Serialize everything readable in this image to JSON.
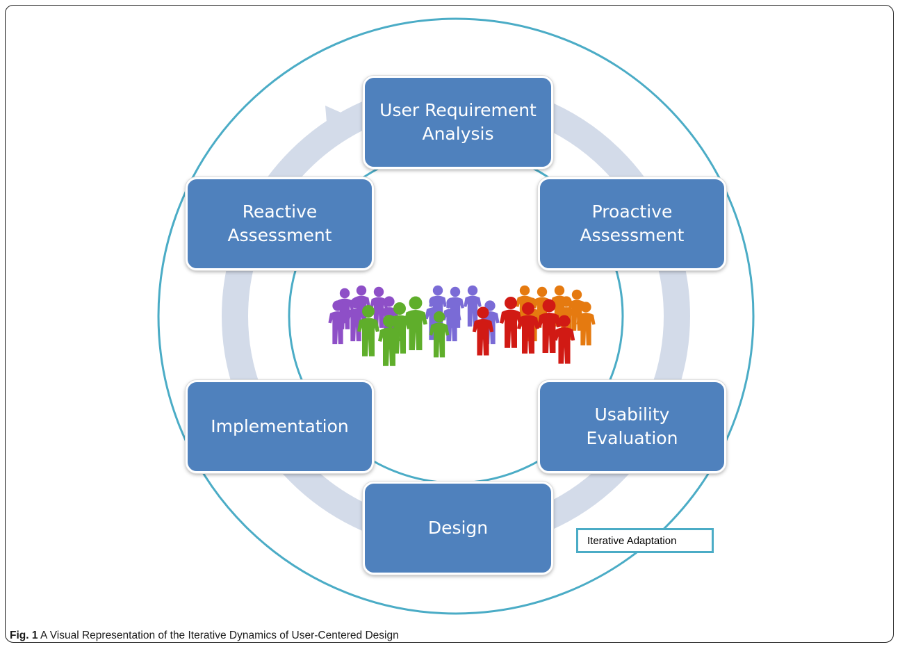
{
  "diagram": {
    "stages": [
      {
        "id": "user-requirement-analysis",
        "label": "User Requirement\nAnalysis"
      },
      {
        "id": "proactive-assessment",
        "label": "Proactive\nAssessment"
      },
      {
        "id": "usability-evaluation",
        "label": "Usability\nEvaluation"
      },
      {
        "id": "design",
        "label": "Design"
      },
      {
        "id": "implementation",
        "label": "Implementation"
      },
      {
        "id": "reactive-assessment",
        "label": "Reactive\nAssessment"
      }
    ],
    "annotation": "Iterative Adaptation",
    "center_image": "crowd-of-people-icon",
    "cycle_arrow": "clockwise-cycle-arrow"
  },
  "caption": {
    "label": "Fig. 1",
    "text": "A Visual Representation of the Iterative Dynamics of User-Centered Design"
  },
  "colors": {
    "box_fill": "#4f81bd",
    "circle_stroke": "#4bacc6",
    "arrow_fill": "#d3dbe9",
    "people": [
      "#8e4fc7",
      "#7a6bd6",
      "#e57a10",
      "#5fae2b",
      "#d11a14"
    ]
  }
}
